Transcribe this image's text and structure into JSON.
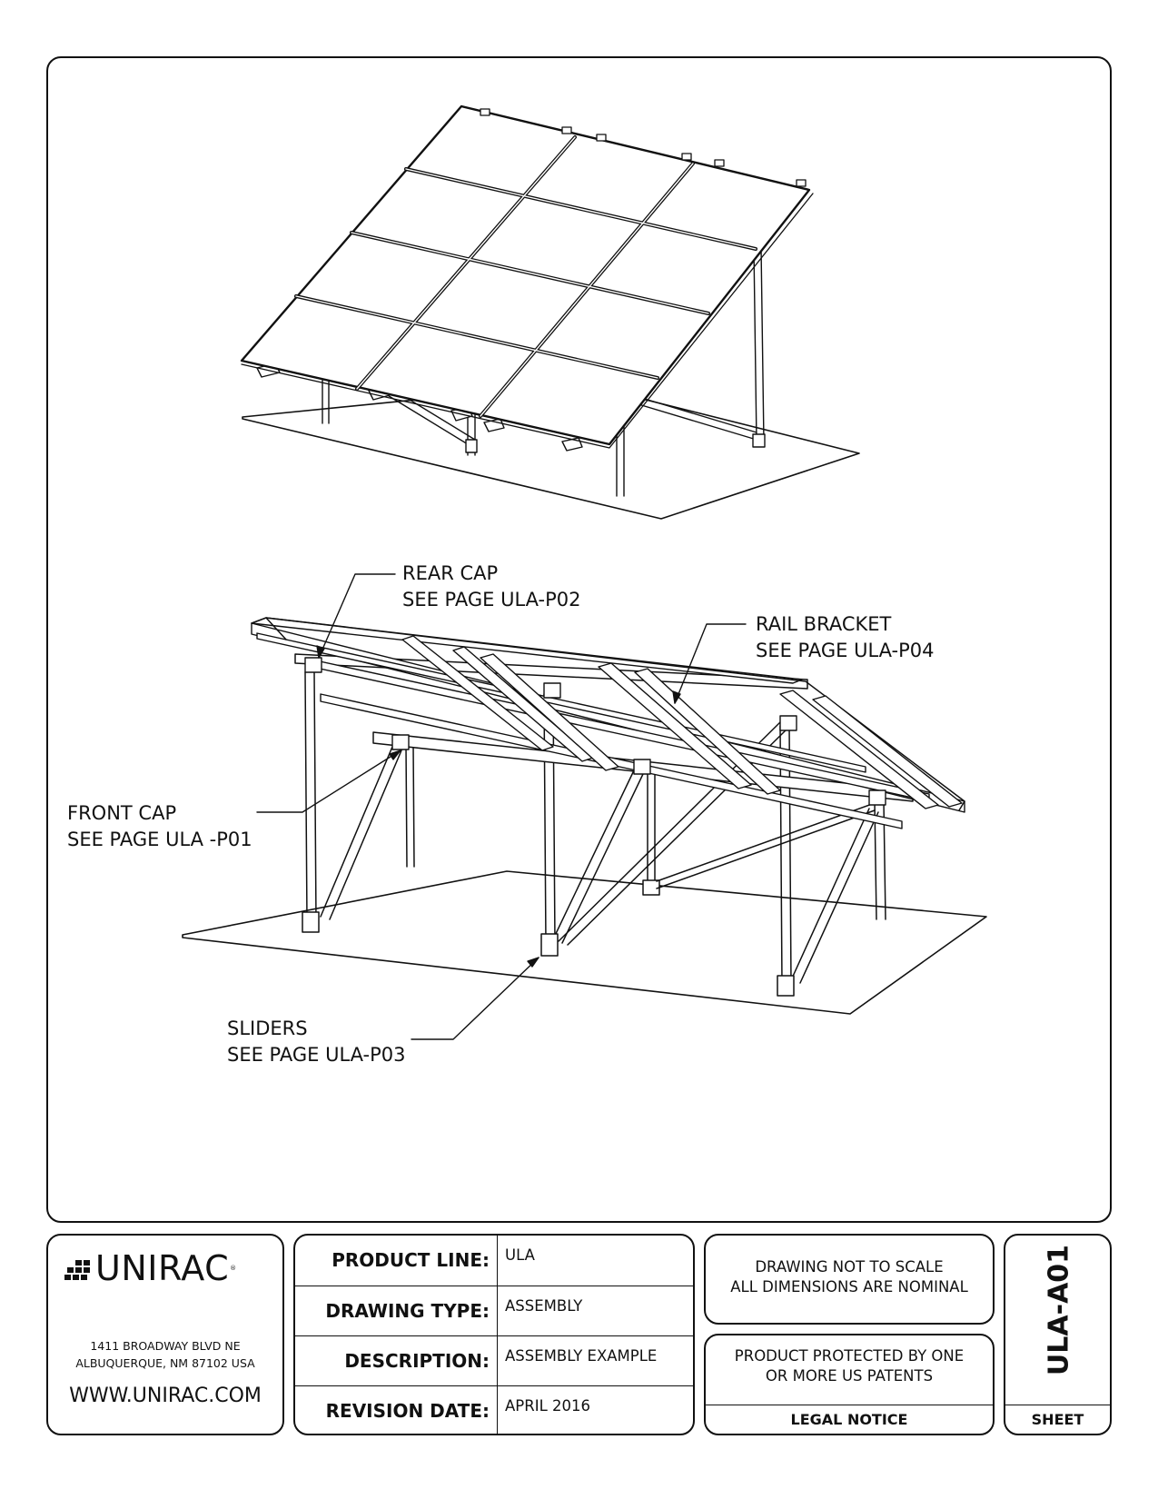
{
  "callouts": {
    "rear_cap": {
      "line1": "REAR CAP",
      "line2": "SEE PAGE ULA-P02"
    },
    "rail_bracket": {
      "line1": "RAIL BRACKET",
      "line2": "SEE PAGE ULA-P04"
    },
    "front_cap": {
      "line1": "FRONT CAP",
      "line2": "SEE PAGE ULA -P01"
    },
    "sliders": {
      "line1": "SLIDERS",
      "line2": "SEE PAGE ULA-P03"
    }
  },
  "company": {
    "name": "UNIRAC",
    "trademark": "®",
    "address_line1": "1411 BROADWAY BLVD NE",
    "address_line2": "ALBUQUERQUE, NM 87102 USA",
    "website": "WWW.UNIRAC.COM"
  },
  "product": {
    "rows": [
      {
        "label": "PRODUCT LINE:",
        "value": "ULA"
      },
      {
        "label": "DRAWING TYPE:",
        "value": "ASSEMBLY"
      },
      {
        "label": "DESCRIPTION:",
        "value": "ASSEMBLY EXAMPLE"
      },
      {
        "label": "REVISION DATE:",
        "value": "APRIL 2016"
      }
    ]
  },
  "notes": {
    "scale_line1": "DRAWING NOT TO SCALE",
    "scale_line2": "ALL DIMENSIONS ARE NOMINAL",
    "patent_line1": "PRODUCT PROTECTED BY ONE",
    "patent_line2": "OR MORE US PATENTS",
    "legal_label": "LEGAL NOTICE"
  },
  "sheet": {
    "id": "ULA-A01",
    "label": "SHEET"
  },
  "colors": {
    "ink": "#111111",
    "paper": "#ffffff"
  }
}
